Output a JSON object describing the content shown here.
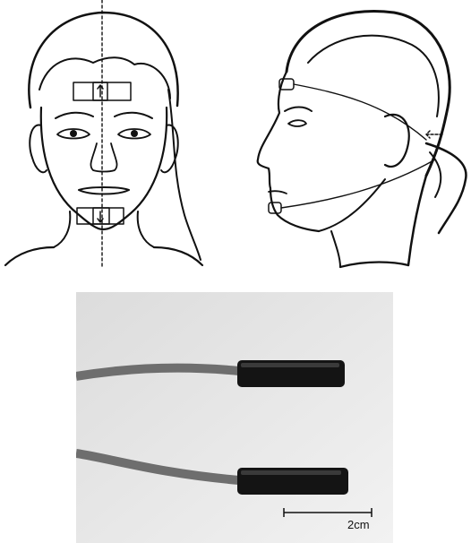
{
  "figure": {
    "front_view": {
      "icon": "front-face-electrode-placement"
    },
    "side_view": {
      "icon": "side-profile-head-strap"
    },
    "photo": {
      "icon": "two-cylindrical-sensors-on-cables",
      "scale_bar_label": "2cm",
      "background_color": "#e9e9e9",
      "sensor_color": "#141414",
      "cable_color": "#6e6e6e"
    }
  }
}
